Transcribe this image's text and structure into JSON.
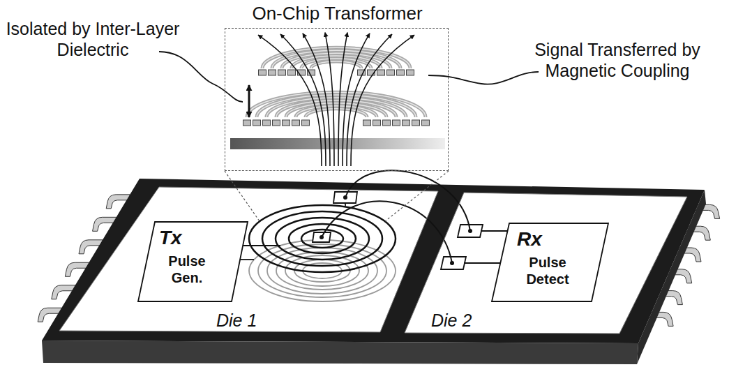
{
  "diagram": {
    "nodes": [
      {
        "text": [
          "On-Chip Transformer"
        ]
      },
      {
        "text": [
          "Die 1"
        ]
      },
      {
        "text": [
          "Tx",
          "Pulse Gen."
        ],
        "in": 1
      },
      {
        "text": [
          "Die 2"
        ]
      },
      {
        "text": [
          "Rx",
          "Pulse Detect"
        ],
        "in": 3
      }
    ],
    "labels": [
      "Isolated by Inter-Layer Dielectric",
      "Signal Transferred by Magnetic Coupling"
    ]
  }
}
